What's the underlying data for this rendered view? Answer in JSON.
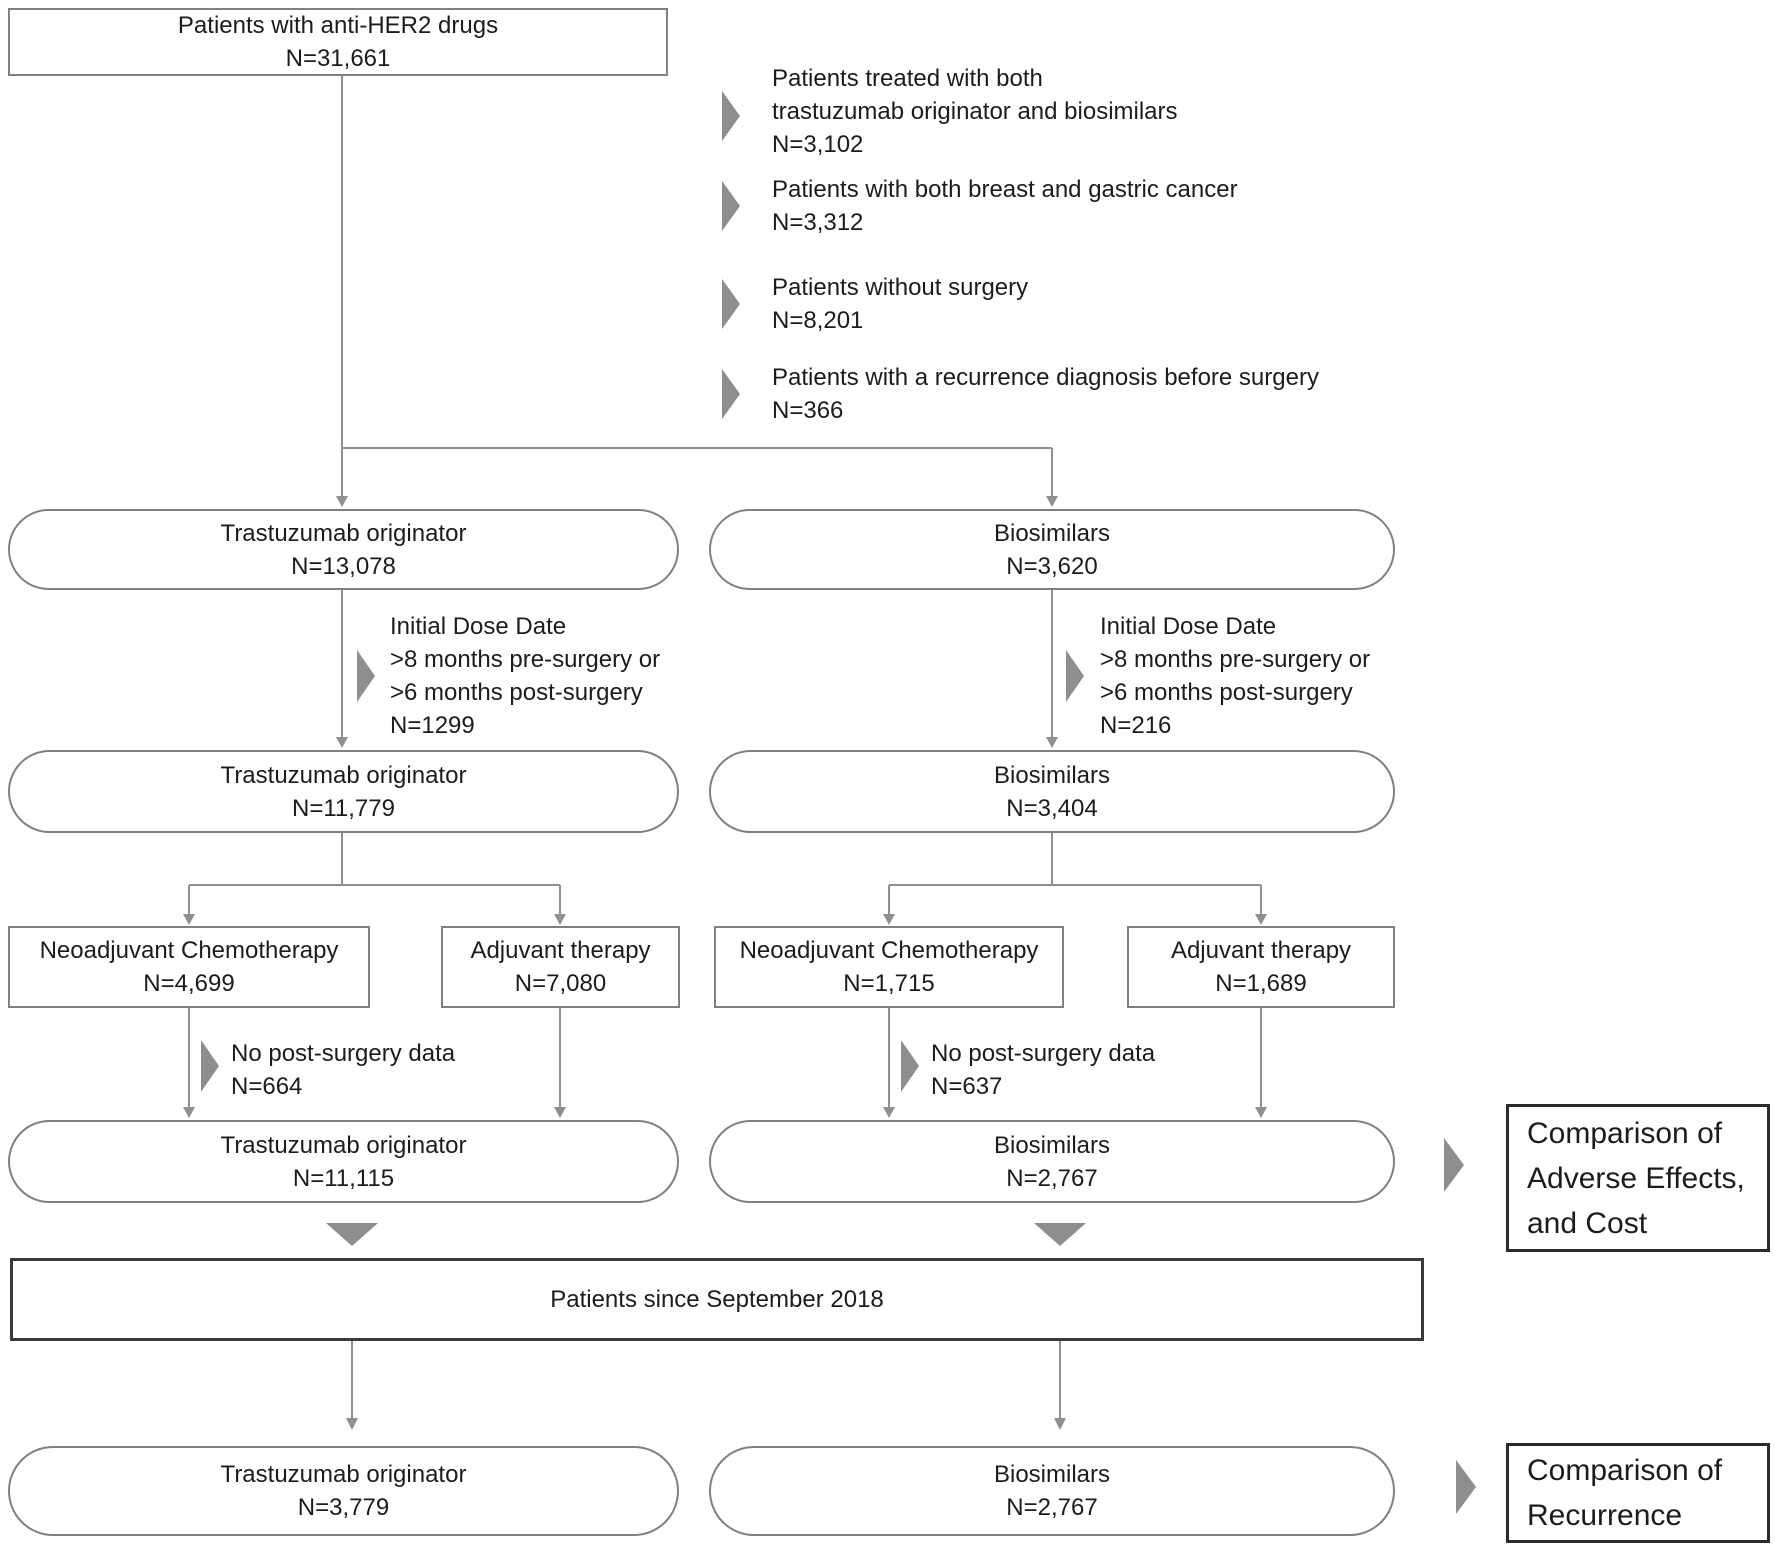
{
  "colors": {
    "connector_line": "#909090",
    "box_border": "#808080",
    "dark_border": "#3a3a3a",
    "outcome_border": "#2b2b2b",
    "pointer_marker": "#8e8e8e",
    "text": "#1c1c1c"
  },
  "top_box": {
    "label": "Patients with anti-HER2 drugs",
    "count": "N=31,661"
  },
  "exclusions": [
    {
      "text": "Patients treated with both\ntrastuzumab originator and biosimilars\nN=3,102"
    },
    {
      "text": "Patients with both breast and gastric cancer\nN=3,312"
    },
    {
      "text": "Patients without surgery\nN=8,201"
    },
    {
      "text": "Patients with a recurrence diagnosis before surgery\nN=366"
    }
  ],
  "left": {
    "stage1": {
      "label": "Trastuzumab originator",
      "count": "N=13,078"
    },
    "dose_note": "Initial Dose Date\n>8 months pre-surgery or\n>6 months post-surgery\nN=1299",
    "stage2": {
      "label": "Trastuzumab originator",
      "count": "N=11,779"
    },
    "neoadjuvant": {
      "label": "Neoadjuvant Chemotherapy",
      "count": "N=4,699"
    },
    "adjuvant": {
      "label": "Adjuvant therapy",
      "count": "N=7,080"
    },
    "surgery_note": "No post-surgery data\nN=664",
    "stage3": {
      "label": "Trastuzumab originator",
      "count": "N=11,115"
    },
    "final": {
      "label": "Trastuzumab originator",
      "count": "N=3,779"
    }
  },
  "right": {
    "stage1": {
      "label": "Biosimilars",
      "count": "N=3,620"
    },
    "dose_note": "Initial Dose Date\n>8 months pre-surgery or\n>6 months post-surgery\nN=216",
    "stage2": {
      "label": "Biosimilars",
      "count": "N=3,404"
    },
    "neoadjuvant": {
      "label": "Neoadjuvant Chemotherapy",
      "count": "N=1,715"
    },
    "adjuvant": {
      "label": "Adjuvant therapy",
      "count": "N=1,689"
    },
    "surgery_note": "No post-surgery data\nN=637",
    "stage3": {
      "label": "Biosimilars",
      "count": "N=2,767"
    },
    "final": {
      "label": "Biosimilars",
      "count": "N=2,767"
    }
  },
  "period_box": {
    "label": "Patients since September 2018"
  },
  "outcomes": {
    "adverse": "Comparison of\nAdverse Effects,\nand Cost",
    "recurrence": "Comparison of\nRecurrence"
  }
}
